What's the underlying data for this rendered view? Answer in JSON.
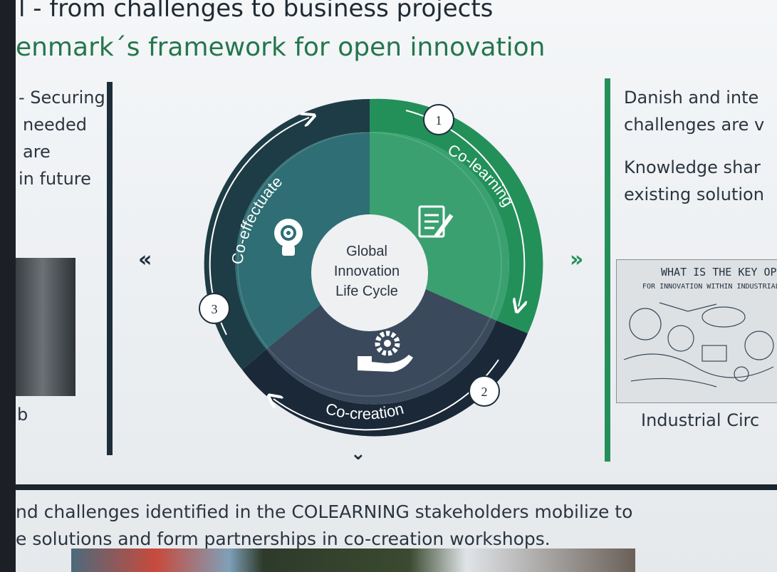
{
  "slide": {
    "title_line1": "l  - from challenges to business projects",
    "title_line2": "enmark´s framework for open innovation",
    "left_panel": {
      "lines": [
        "- Securing",
        "needed",
        "are",
        "in future"
      ],
      "caption": "b"
    },
    "right_panel": {
      "lines": [
        "Danish and inte",
        "challenges are v",
        "",
        "Knowledge shar",
        "existing solution"
      ],
      "sketch_heading": "WHAT IS THE KEY OPPO",
      "sketch_subheading": "FOR INNOVATION WITHIN INDUSTRIAL CI",
      "caption": "Industrial Circ"
    },
    "cycle": {
      "center_lines": [
        "Global",
        "Innovation",
        "Life Cycle"
      ],
      "phases": [
        {
          "number": "1",
          "label": "Co-learning",
          "icon": "document-pencil-icon"
        },
        {
          "number": "2",
          "label": "Co-creation",
          "icon": "hand-gear-icon"
        },
        {
          "number": "3",
          "label": "Co-effectuate",
          "icon": "lightbulb-gear-icon"
        }
      ],
      "nav_prev": "«",
      "nav_next": "»",
      "nav_down": "⌄"
    },
    "bottom_lines": [
      "nd challenges identified in the COLEARNING stakeholders mobilize to",
      "e solutions and form partnerships in co-creation workshops."
    ],
    "colors": {
      "green": "#23905a",
      "green_light": "#3aa070",
      "dark_navy": "#1d2e3a",
      "dark_teal": "#1e4048",
      "teal": "#2e6e74",
      "slate": "#3a4a58"
    }
  }
}
